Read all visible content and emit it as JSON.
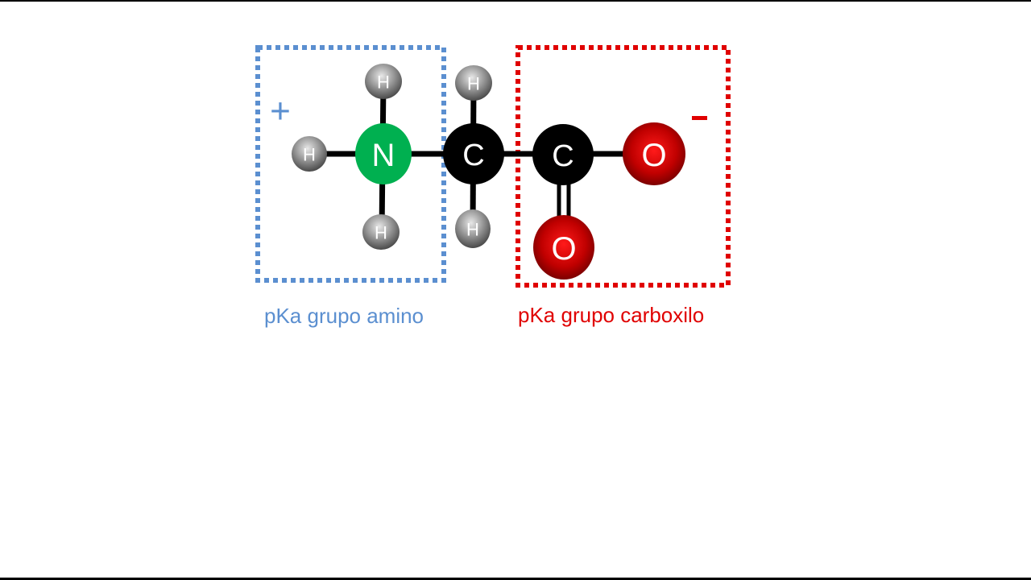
{
  "diagram": {
    "atoms": {
      "h1": "H",
      "h2": "H",
      "h3": "H",
      "n": "N",
      "c1": "C",
      "h4": "H",
      "h5": "H",
      "c2": "C",
      "o1": "O",
      "o2": "O"
    },
    "charges": {
      "plus": "+",
      "minus": "-"
    },
    "labels": {
      "amino": "pKa grupo amino",
      "carboxyl": "pKa grupo carboxilo"
    },
    "colors": {
      "amino_group": "#5b8fd0",
      "carboxyl_group": "#e00000",
      "nitrogen": "#00b050",
      "carbon": "#000000",
      "oxygen": "#c00000",
      "hydrogen": "#8c8c8c"
    }
  }
}
